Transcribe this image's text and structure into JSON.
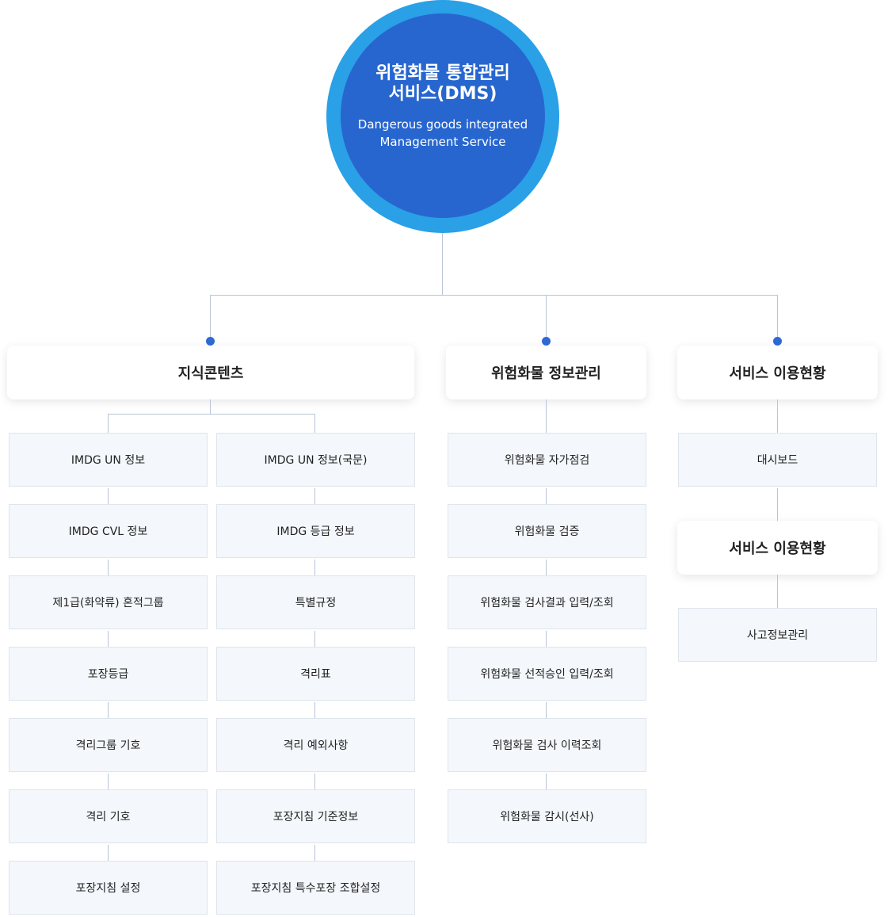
{
  "root": {
    "title_line1": "위험화물 통합관리",
    "title_line2": "서비스(DMS)",
    "subtitle_line1": "Dangerous goods integrated",
    "subtitle_line2": "Management Service"
  },
  "knowledge": {
    "title": "지식콘텐츠",
    "left_items": [
      "IMDG UN 정보",
      "IMDG CVL 정보",
      "제1급(화약류) 혼적그룹",
      "포장등급",
      "격리그룹 기호",
      "격리 기호",
      "포장지침 설정"
    ],
    "right_items": [
      "IMDG UN 정보(국문)",
      "IMDG 등급 정보",
      "특별규정",
      "격리표",
      "격리 예외사항",
      "포장지침 기준정보",
      "포장지침 특수포장 조합설정"
    ]
  },
  "info": {
    "title": "위험화물 정보관리",
    "items": [
      "위험화물 자가점검",
      "위험화물 검증",
      "위험화물 검사결과 입력/조회",
      "위험화물 선적승인 입력/조회",
      "위험화물 검사 이력조회",
      "위험화물 감시(선사)"
    ]
  },
  "service": {
    "title": "서비스 이용현황",
    "items": [
      "대시보드"
    ],
    "sub_title": "서비스 이용현황",
    "sub_items": [
      "사고정보관리"
    ]
  }
}
